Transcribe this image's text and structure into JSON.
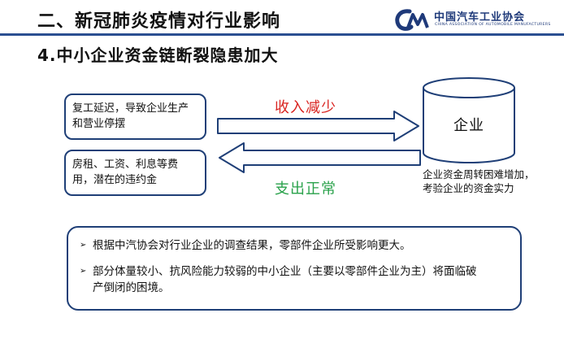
{
  "header": {
    "title": "二、新冠肺炎疫情对行业影响",
    "logo_cn": "中国汽车工业协会",
    "logo_en": "CHINA ASSOCIATION OF AUTOMOBILE MANUFACTURERS",
    "accent_color": "#2b4f91"
  },
  "slide": {
    "subtitle": "4.中小企业资金链断裂隐患加大",
    "box_top_text": "复工延迟，导致企业生产和营业停摆",
    "box_bottom_text": "房租、工资、利息等费用，潜在的违约金",
    "arrow_top_label": "收入减少",
    "arrow_bottom_label": "支出正常",
    "arrow_top_color": "#d9231f",
    "arrow_bottom_color": "#2aa24b",
    "cylinder_label": "企业",
    "cylinder_note": "企业资金周转困难增加，考验企业的资金实力"
  },
  "summary": {
    "bullet_glyph": "➢",
    "bullets": [
      "根据中汽协会对行业企业的调查结果，零部件企业所受影响更大。",
      "部分体量较小、抗风险能力较弱的中小企业（主要以零部件企业为主）将面临破产倒闭的困境。"
    ]
  }
}
